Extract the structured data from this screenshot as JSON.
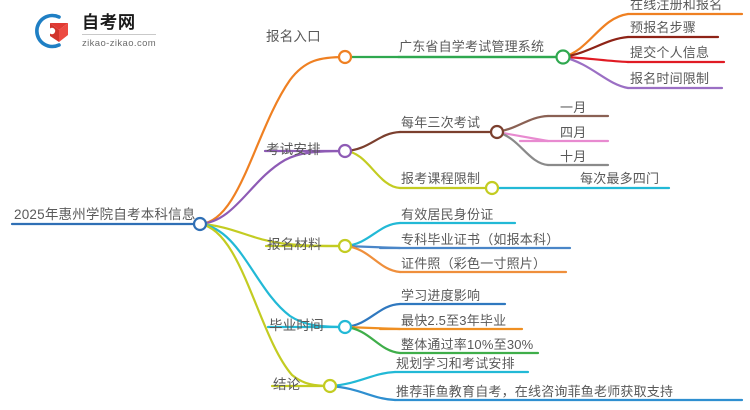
{
  "logo": {
    "name": "自考网",
    "domain": "zikao-zikao.com",
    "arc_color": "#1f7fc4",
    "cap_color": "#e03a33"
  },
  "mindmap": {
    "root": {
      "label": "2025年惠州学院自考本科信息",
      "color": "#2f6fb5",
      "node_color": "#2f6fb5"
    },
    "branches": [
      {
        "label": "报名入口",
        "color": "#ef8022",
        "children": [
          {
            "label": "广东省自学考试管理系统",
            "color": "#2fa84f",
            "children": [
              {
                "label": "在线注册和报名",
                "color": "#ef8022"
              },
              {
                "label": "预报名步骤",
                "color": "#8e2317"
              },
              {
                "label": "提交个人信息",
                "color": "#e01b24"
              },
              {
                "label": "报名时间限制",
                "color": "#9b6fc4"
              }
            ]
          }
        ]
      },
      {
        "label": "考试安排",
        "color": "#8e5bb5",
        "children": [
          {
            "label": "每年三次考试",
            "color": "#7b3f2e",
            "children": [
              {
                "label": "一月",
                "color": "#8a6154"
              },
              {
                "label": "四月",
                "color": "#e88ad0"
              },
              {
                "label": "十月",
                "color": "#8a8a8a"
              }
            ]
          },
          {
            "label": "报考课程限制",
            "color": "#c3cc22",
            "children": [
              {
                "label": "每次最多四门",
                "color": "#22b9d6"
              }
            ]
          }
        ]
      },
      {
        "label": "报名材料",
        "color": "#c3cc22",
        "children": [
          {
            "label": "有效居民身份证",
            "color": "#22b9d6"
          },
          {
            "label": "专科毕业证书（如报本科）",
            "color": "#4a86c8"
          },
          {
            "label": "证件照（彩色一寸照片）",
            "color": "#ef8f3c"
          }
        ]
      },
      {
        "label": "毕业时间",
        "color": "#22b9d6",
        "children": [
          {
            "label": "学习进度影响",
            "color": "#2f78bf"
          },
          {
            "label": "最快2.5至3年毕业",
            "color": "#ef8f22"
          },
          {
            "label": "整体通过率10%至30%",
            "color": "#3fae4a"
          }
        ]
      },
      {
        "label": "结论",
        "color": "#c3cc22",
        "children": [
          {
            "label": "规划学习和考试安排",
            "color": "#22b9d6"
          },
          {
            "label": "推荐菲鱼教育自考，在线咨询菲鱼老师获取支持",
            "color": "#2f8fd0"
          }
        ]
      }
    ]
  }
}
